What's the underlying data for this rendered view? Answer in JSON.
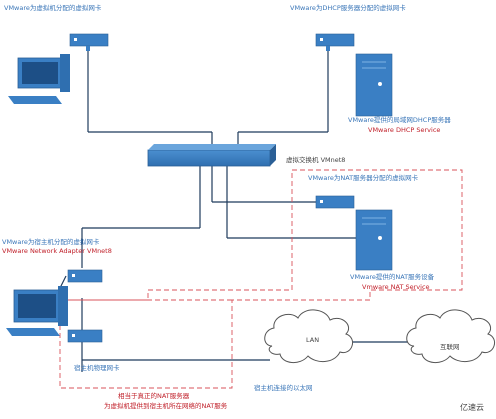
{
  "labels": {
    "vm_nic_top": "VMware为虚拟机分配的虚拟网卡",
    "dhcp_nic": "VMware为DHCP服务器分配的虚拟网卡",
    "dhcp_provided": "VMware提供的局域网DHCP服务器",
    "dhcp_service": "VMware DHCP Service",
    "switch": "虚拟交换机 VMnet8",
    "nat_nic": "VMware为NAT服务器分配的虚拟网卡",
    "host_nic_cn": "VMware为宿主机分配的虚拟网卡",
    "host_nic_en": "VMware Network Adapter VMnet8",
    "nat_provided": "VMware提供的NAT服务设备",
    "nat_service": "Vmware NAT Service",
    "lan": "LAN",
    "internet": "互联网",
    "host_phys_nic": "宿主机物理网卡",
    "ethernet": "宿主机连接的以太网",
    "nat_note_1": "相当于真正的NAT服务器",
    "nat_note_2": "为虚拟机提供到宿主机所在网络的NAT服务",
    "watermark": "亿速云"
  },
  "colors": {
    "line": "#1f3b5c",
    "device": "#3a7fc4",
    "label_blue": "#3a76b8",
    "label_red": "#c0202a",
    "dashed_box": "#d9535b",
    "cloud_stroke": "#555555"
  }
}
